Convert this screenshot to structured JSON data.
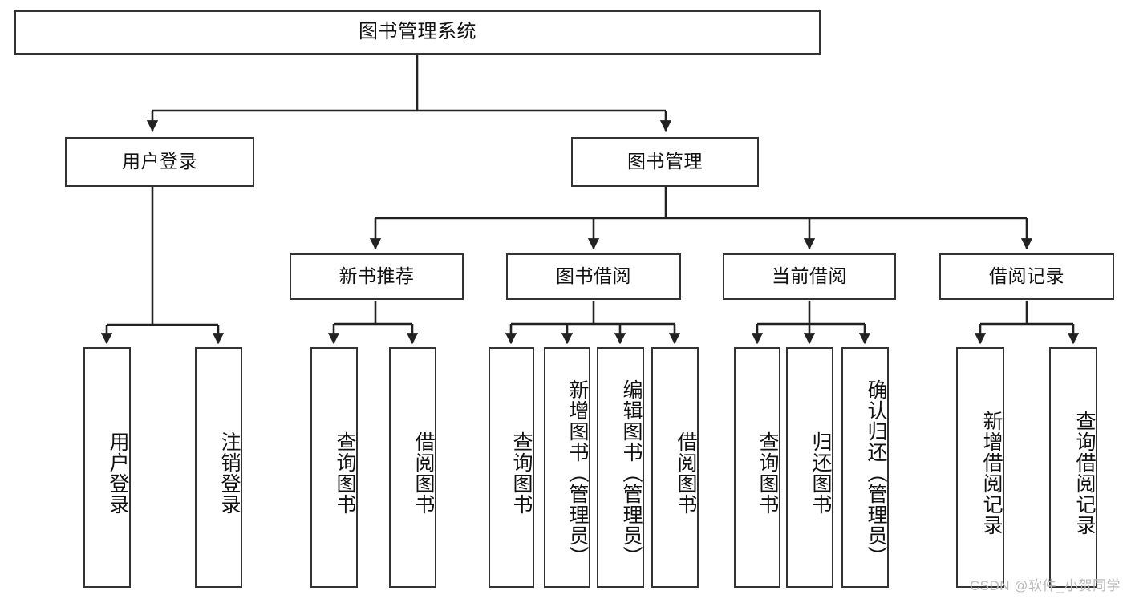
{
  "diagram": {
    "title": "图书管理系统",
    "type": "tree-hierarchy",
    "watermark": "CSDN @软件_小贺同学",
    "colors": {
      "box_border": "#333333",
      "box_fill": "#ffffff",
      "connector": "#222222",
      "text": "#111111",
      "watermark": "#b9b9b9"
    },
    "levels": {
      "root": "图书管理系统",
      "level1": [
        "用户登录",
        "图书管理"
      ],
      "level2": [
        "新书推荐",
        "图书借阅",
        "当前借阅",
        "借阅记录"
      ],
      "level3": [
        "用户登录",
        "注销登录",
        "查询图书",
        "借阅图书",
        "查询图书",
        "新增图书（管理员）",
        "编辑图书（管理员）",
        "借阅图书",
        "查询图书",
        "归还图书",
        "确认归还（管理员）",
        "新增借阅记录",
        "查询借阅记录"
      ]
    },
    "nodes": {
      "root": {
        "label": "图书管理系统"
      },
      "user_login": {
        "label": "用户登录"
      },
      "book_manage": {
        "label": "图书管理"
      },
      "new_book_rec": {
        "label": "新书推荐"
      },
      "book_borrow": {
        "label": "图书借阅"
      },
      "current_borrow": {
        "label": "当前借阅"
      },
      "borrow_record": {
        "label": "借阅记录"
      },
      "leaf_user_login": {
        "label": "用户登录"
      },
      "leaf_logout": {
        "label": "注销登录"
      },
      "leaf_query_book_1": {
        "label": "查询图书"
      },
      "leaf_borrow_book_1": {
        "label": "借阅图书"
      },
      "leaf_query_book_2": {
        "label": "查询图书"
      },
      "leaf_add_book": {
        "label": "新增图书（管理员）"
      },
      "leaf_edit_book": {
        "label": "编辑图书（管理员）"
      },
      "leaf_borrow_book_2": {
        "label": "借阅图书"
      },
      "leaf_query_book_3": {
        "label": "查询图书"
      },
      "leaf_return_book": {
        "label": "归还图书"
      },
      "leaf_confirm_return": {
        "label": "确认归还（管理员）"
      },
      "leaf_add_record": {
        "label": "新增借阅记录"
      },
      "leaf_query_record": {
        "label": "查询借阅记录"
      }
    }
  }
}
